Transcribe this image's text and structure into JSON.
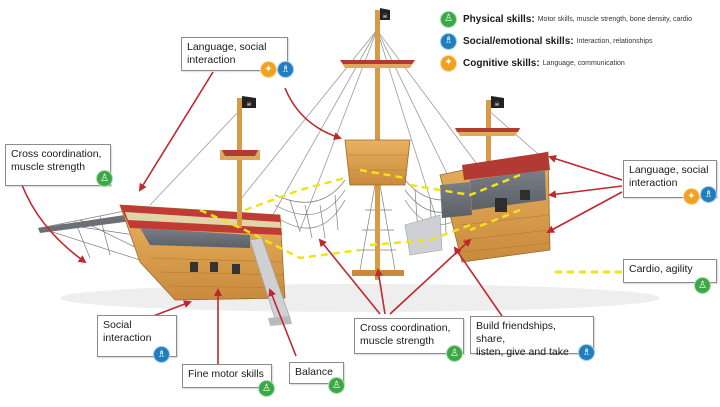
{
  "colors": {
    "physical": "#3aa845",
    "social": "#1f7dc0",
    "cognitive": "#f0a11d",
    "arrow": "#c0282d",
    "path": "#f2e21a"
  },
  "legend": [
    {
      "title": "Physical skills:",
      "desc": "Motor skills, muscle strength, bone density, cardio",
      "icon": "person-icon",
      "type": "physical"
    },
    {
      "title": "Social/emotional skills:",
      "desc": "Interaction, relationships",
      "icon": "people-icon",
      "type": "social"
    },
    {
      "title": "Cognitive skills:",
      "desc": "Language, communication",
      "icon": "lightbulb-icon",
      "type": "cognitive"
    }
  ],
  "callouts": {
    "language_top": {
      "line1": "Language, social",
      "line2": "interaction"
    },
    "cross_left": {
      "line1": "Cross coordination,",
      "line2": "muscle strength"
    },
    "language_right": {
      "line1": "Language, social",
      "line2": "interaction"
    },
    "cardio": {
      "line1": "Cardio, agility"
    },
    "social_interaction": {
      "line1": "Social",
      "line2": "interaction"
    },
    "fine_motor": {
      "line1": "Fine motor skills"
    },
    "balance": {
      "line1": "Balance"
    },
    "cross_center": {
      "line1": "Cross coordination,",
      "line2": "muscle strength"
    },
    "friendships": {
      "line1": "Build friendships, share,",
      "line2": "listen, give and take"
    }
  }
}
